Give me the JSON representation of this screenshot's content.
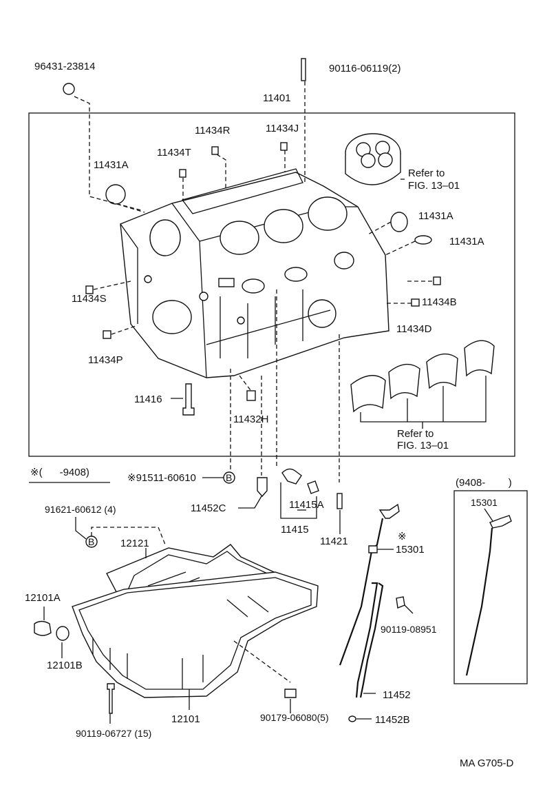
{
  "labels": {
    "p96431": "96431-23814",
    "p90116": "90116-06119(2)",
    "p11401": "11401",
    "p11434R": "11434R",
    "p11434J": "11434J",
    "p11434T": "11434T",
    "p11431A_left": "11431A",
    "refer_top_1": "Refer to",
    "refer_top_2": "FIG. 13–01",
    "p11431A_r1": "11431A",
    "p11431A_r2": "11431A",
    "p11434S": "11434S",
    "p11434B": "11434B",
    "p11434D": "11434D",
    "p11434P": "11434P",
    "p11416": "11416",
    "p11432H": "11432H",
    "refer_bot_1": "Refer to",
    "refer_bot_2": "FIG. 13–01",
    "note_left": "※(      -9408)",
    "p91511": "※91511-60610",
    "bolt_mark": "B",
    "p11452C": "11452C",
    "p11415A": "11415A",
    "p11415": "11415",
    "p11421": "11421",
    "note_right": "(9408-        )",
    "p15301_right": "15301",
    "p91621": "91621-60612 (4)",
    "p12121": "12121",
    "mark_15301": "※",
    "p15301": "15301",
    "p12101A": "12101A",
    "p90119_08951": "90119-08951",
    "p12101B": "12101B",
    "p11452": "11452",
    "p12101": "12101",
    "p90179": "90179-06080(5)",
    "p11452B": "11452B",
    "p90119_06727": "90119-06727 (15)",
    "footer_code": "MA  G705-D"
  }
}
